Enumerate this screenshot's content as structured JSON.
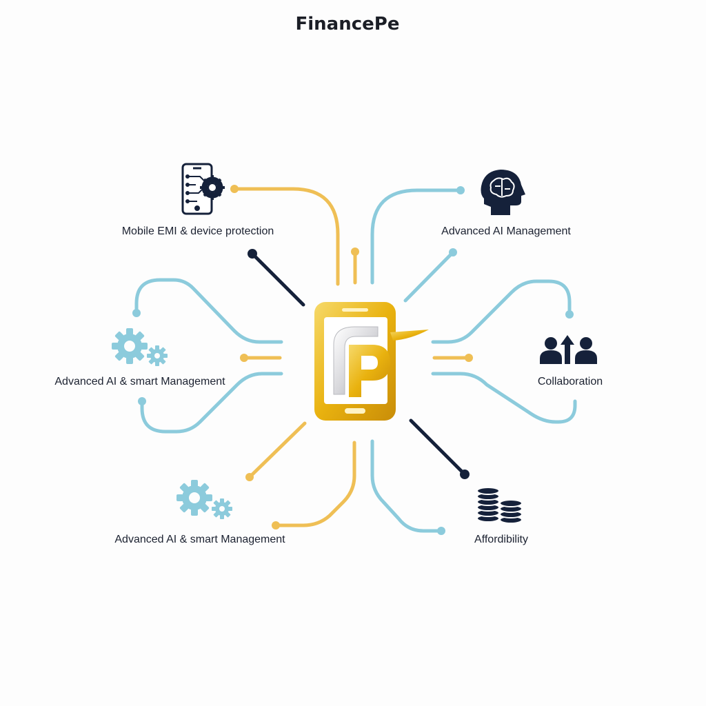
{
  "title": "FinancePe",
  "colors": {
    "navy": "#15213a",
    "light_blue": "#8ccbdc",
    "gold": "#efbf55",
    "logo_gold": "#e8b10f",
    "background": "#fdfdfd"
  },
  "center_logo": {
    "icon": "smartphone-logo-icon",
    "letter": "P"
  },
  "features": [
    {
      "label": "Mobile EMI & device protection",
      "icon": "smartphone-circuit-icon"
    },
    {
      "label": "Advanced AI Management",
      "icon": "ai-brain-head-icon"
    },
    {
      "label": "Advanced AI & smart Management",
      "icon": "gears-icon"
    },
    {
      "label": "Collaboration",
      "icon": "people-growth-icon"
    },
    {
      "label": "Advanced AI & smart Management",
      "icon": "gears-icon"
    },
    {
      "label": "Affordibility",
      "icon": "coin-stacks-icon"
    }
  ]
}
